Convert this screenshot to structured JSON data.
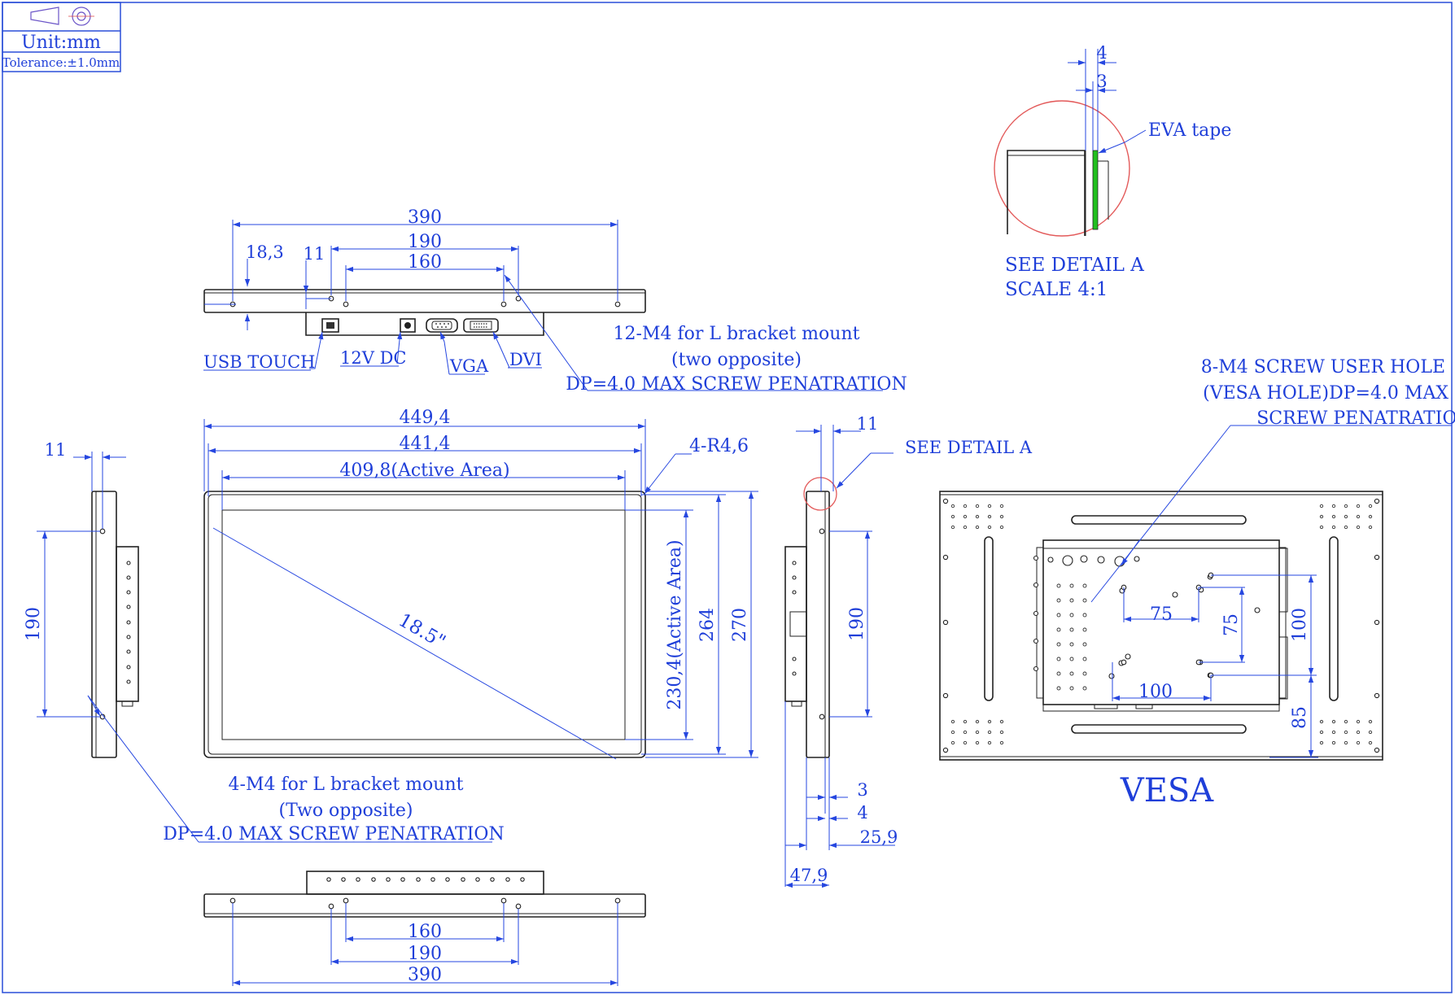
{
  "title_block": {
    "unit": "Unit:mm",
    "tolerance": "Tolerance:±1.0mm"
  },
  "detail": {
    "dim_4": "4",
    "dim_3": "3",
    "eva_tape": "EVA tape",
    "see_detail": "SEE DETAIL A",
    "scale": "SCALE 4:1",
    "colors": {
      "circle": "#e35a5a",
      "tape": "#22c01e"
    }
  },
  "top_view": {
    "dim_390": "390",
    "dim_190": "190",
    "dim_160": "160",
    "dim_18_3": "18,3",
    "dim_11": "11",
    "port_usb": "USB TOUCH",
    "port_dc": "12V DC",
    "port_vga": "VGA",
    "port_dvi": "DVI",
    "note_line1": "12-M4 for L bracket mount",
    "note_line2": "(two opposite)",
    "note_line3": "DP=4.0 MAX SCREW PENATRATION"
  },
  "front_view": {
    "dim_449_4": "449,4",
    "dim_441_4": "441,4",
    "dim_409_8": "409,8(Active Area)",
    "dim_230_4": "230,4(Active Area)",
    "dim_264": "264",
    "dim_270": "270",
    "radius": "4-R4,6",
    "diagonal": "18.5\"",
    "note_line1": "4-M4 for L bracket mount",
    "note_line2": "(Two opposite)",
    "note_line3": "DP=4.0 MAX SCREW PENATRATION"
  },
  "left_view": {
    "dim_11": "11",
    "dim_190": "190"
  },
  "right_view": {
    "dim_11": "11",
    "see_detail": "SEE DETAIL A",
    "dim_190": "190",
    "dim_3": "3",
    "dim_4": "4",
    "dim_25_9": "25,9",
    "dim_47_9": "47,9"
  },
  "bottom_view": {
    "dim_160": "160",
    "dim_190": "190",
    "dim_390": "390"
  },
  "vesa_view": {
    "note_line1": "8-M4 SCREW USER HOLE",
    "note_line2": "(VESA HOLE)DP=4.0 MAX",
    "note_line3": "SCREW PENATRATION",
    "dim_75_h": "75",
    "dim_75_v": "75",
    "dim_100_h": "100",
    "dim_100_v": "100",
    "dim_85": "85",
    "caption": "VESA"
  },
  "colors": {
    "dimension": "#1f3fd9",
    "outline": "#222222",
    "frame": "#2a4fd8"
  }
}
